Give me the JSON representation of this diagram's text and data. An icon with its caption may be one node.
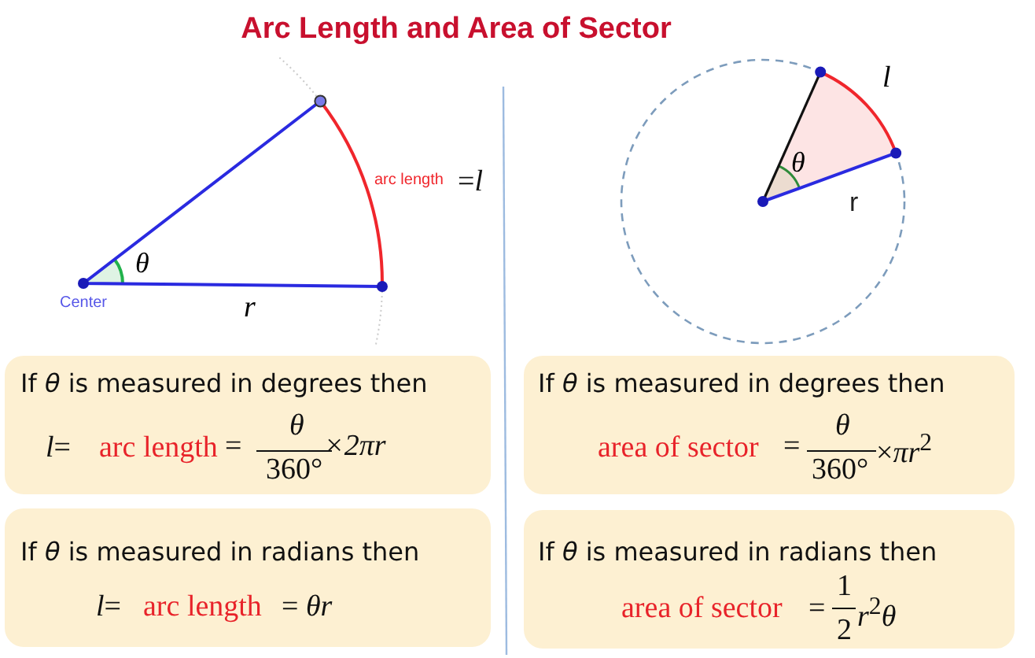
{
  "diagram": {
    "title": "Arc Length and Area of Sector",
    "nodes": [
      {
        "text": [
          "If *θ* is measured in degrees then",
          "*l*=",
          "arc length",
          "=",
          "*θ*",
          "360°",
          "×2πr"
        ]
      },
      {
        "text": [
          "If *θ* is measured in radians then",
          "*l*=",
          "arc length",
          "= *θr*"
        ]
      },
      {
        "text": [
          "If *θ* is measured in degrees then",
          "area of sector",
          "=",
          "*θ*",
          "360°",
          "×*πr*$^{2}$"
        ]
      },
      {
        "text": [
          "If *θ* is measured in radians then",
          "area of sector",
          "=",
          "1",
          "2",
          "*r*$^{2}$*θ*"
        ]
      }
    ],
    "labels": [
      "arc length",
      "=*l*",
      "θ",
      "Center",
      "r",
      "l",
      "θ",
      "r"
    ]
  }
}
